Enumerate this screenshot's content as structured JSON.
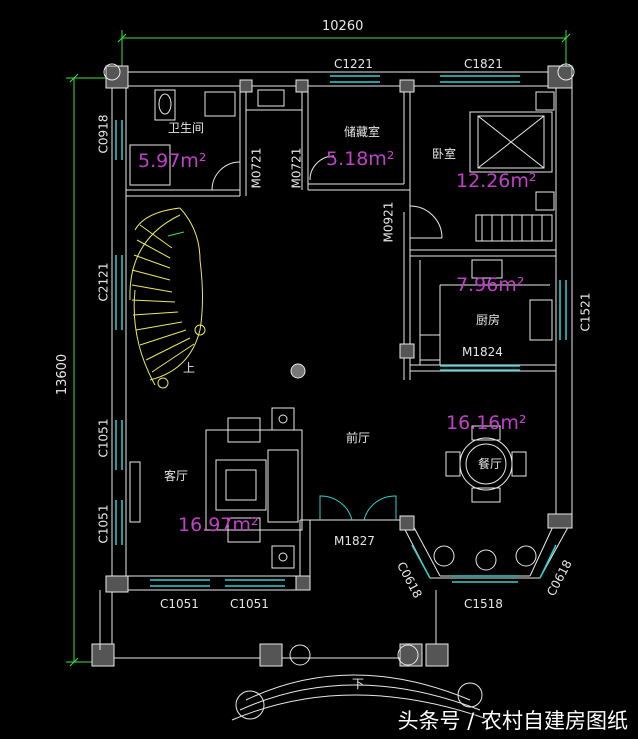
{
  "dimensions": {
    "width_total": "10260",
    "height_total": "13600"
  },
  "windows": {
    "c1221": "C1221",
    "c1821": "C1821",
    "c0918": "C0918",
    "c2121": "C2121",
    "c1521": "C1521",
    "c1051_left_upper": "C1051",
    "c1051_left_lower": "C1051",
    "c1051_bottom_left": "C1051",
    "c1051_bottom_right": "C1051",
    "c0618_left": "C0618",
    "c0618_right": "C0618",
    "c1518": "C1518"
  },
  "doors": {
    "m0721_a": "M0721",
    "m0721_b": "M0721",
    "m0921": "M0921",
    "m1824": "M1824",
    "m1827": "M1827"
  },
  "rooms": {
    "bathroom": {
      "name": "卫生间",
      "area": "5.97m²"
    },
    "storage": {
      "name": "储藏室",
      "area": "5.18m²"
    },
    "bedroom": {
      "name": "卧室",
      "area": "12.26m²"
    },
    "kitchen": {
      "name": "厨房",
      "area": "7.96m²"
    },
    "foyer": {
      "name": "前厅"
    },
    "living": {
      "name": "客厅",
      "area": "16.97m²"
    },
    "dining": {
      "name": "餐厅",
      "area": "16.16m²"
    }
  },
  "stair_labels": {
    "up": "上",
    "down": "下"
  },
  "watermark": "头条号 / 农村自建房图纸"
}
